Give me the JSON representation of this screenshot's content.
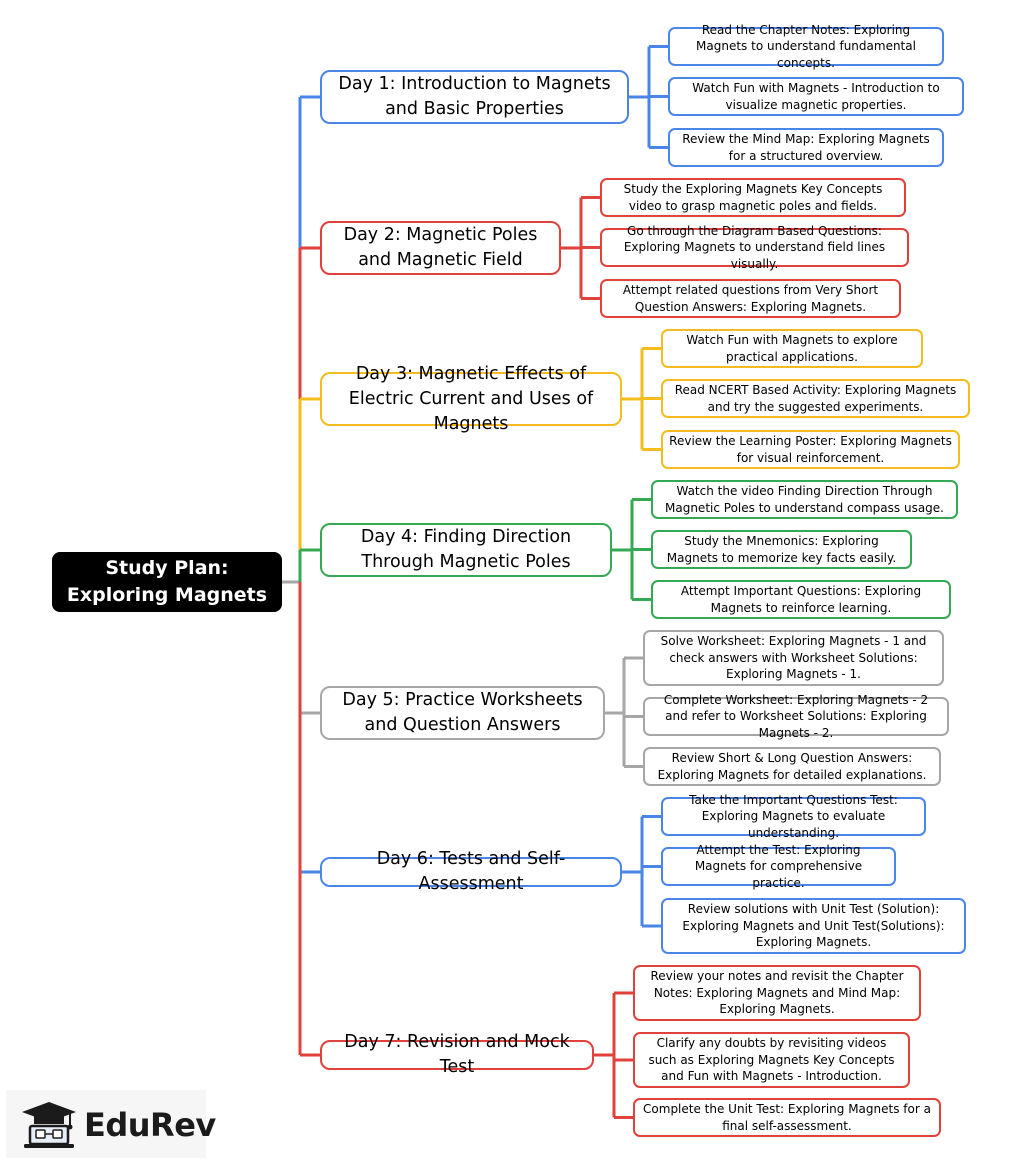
{
  "root": {
    "label": "Study Plan: Exploring Magnets"
  },
  "days": [
    {
      "label": "Day 1: Introduction to Magnets and Basic Properties",
      "color": "#4a86e8",
      "tasks": [
        "Read the Chapter Notes: Exploring Magnets to understand fundamental concepts.",
        "Watch Fun with Magnets - Introduction to visualize magnetic properties.",
        "Review the Mind Map: Exploring Magnets for a structured overview."
      ]
    },
    {
      "label": "Day 2: Magnetic Poles and Magnetic Field",
      "color": "#e0413a",
      "tasks": [
        "Study the Exploring Magnets Key Concepts video to grasp magnetic poles and fields.",
        "Go through the Diagram Based Questions: Exploring Magnets to understand field lines visually.",
        "Attempt related questions from Very Short Question Answers: Exploring Magnets."
      ]
    },
    {
      "label": "Day 3: Magnetic Effects of Electric Current and Uses of Magnets",
      "color": "#f4bc1c",
      "tasks": [
        "Watch Fun with Magnets to explore practical applications.",
        "Read NCERT Based Activity: Exploring Magnets and try the suggested experiments.",
        "Review the Learning Poster: Exploring Magnets for visual reinforcement."
      ]
    },
    {
      "label": "Day 4: Finding Direction Through Magnetic Poles",
      "color": "#34a853",
      "tasks": [
        "Watch the video Finding Direction Through Magnetic Poles to understand compass usage.",
        "Study the Mnemonics: Exploring Magnets to memorize key facts easily.",
        "Attempt Important Questions: Exploring Magnets to reinforce learning."
      ]
    },
    {
      "label": "Day 5: Practice Worksheets and Question Answers",
      "color": "#a6a6a6",
      "tasks": [
        "Solve Worksheet: Exploring Magnets - 1 and check answers with Worksheet Solutions: Exploring Magnets - 1.",
        "Complete Worksheet: Exploring Magnets - 2 and refer to Worksheet Solutions: Exploring Magnets - 2.",
        "Review Short & Long Question Answers: Exploring Magnets for detailed explanations."
      ]
    },
    {
      "label": "Day 6: Tests and Self-Assessment",
      "color": "#4a86e8",
      "tasks": [
        "Take the Important Questions Test: Exploring Magnets to evaluate understanding.",
        "Attempt the Test: Exploring Magnets for comprehensive practice.",
        "Review solutions with Unit Test (Solution): Exploring Magnets and Unit Test(Solutions): Exploring Magnets."
      ]
    },
    {
      "label": "Day 7: Revision and Mock Test",
      "color": "#e0413a",
      "tasks": [
        "Review your notes and revisit the Chapter Notes: Exploring Magnets and Mind Map: Exploring Magnets.",
        "Clarify any doubts by revisiting videos such as Exploring Magnets Key Concepts and Fun with Magnets - Introduction.",
        "Complete the Unit Test: Exploring Magnets for a final self-assessment."
      ]
    }
  ],
  "root_connector_color": "#a6a6a6",
  "logo": {
    "text": "EduRev",
    "icon": "graduation-cap-laptop-icon"
  }
}
